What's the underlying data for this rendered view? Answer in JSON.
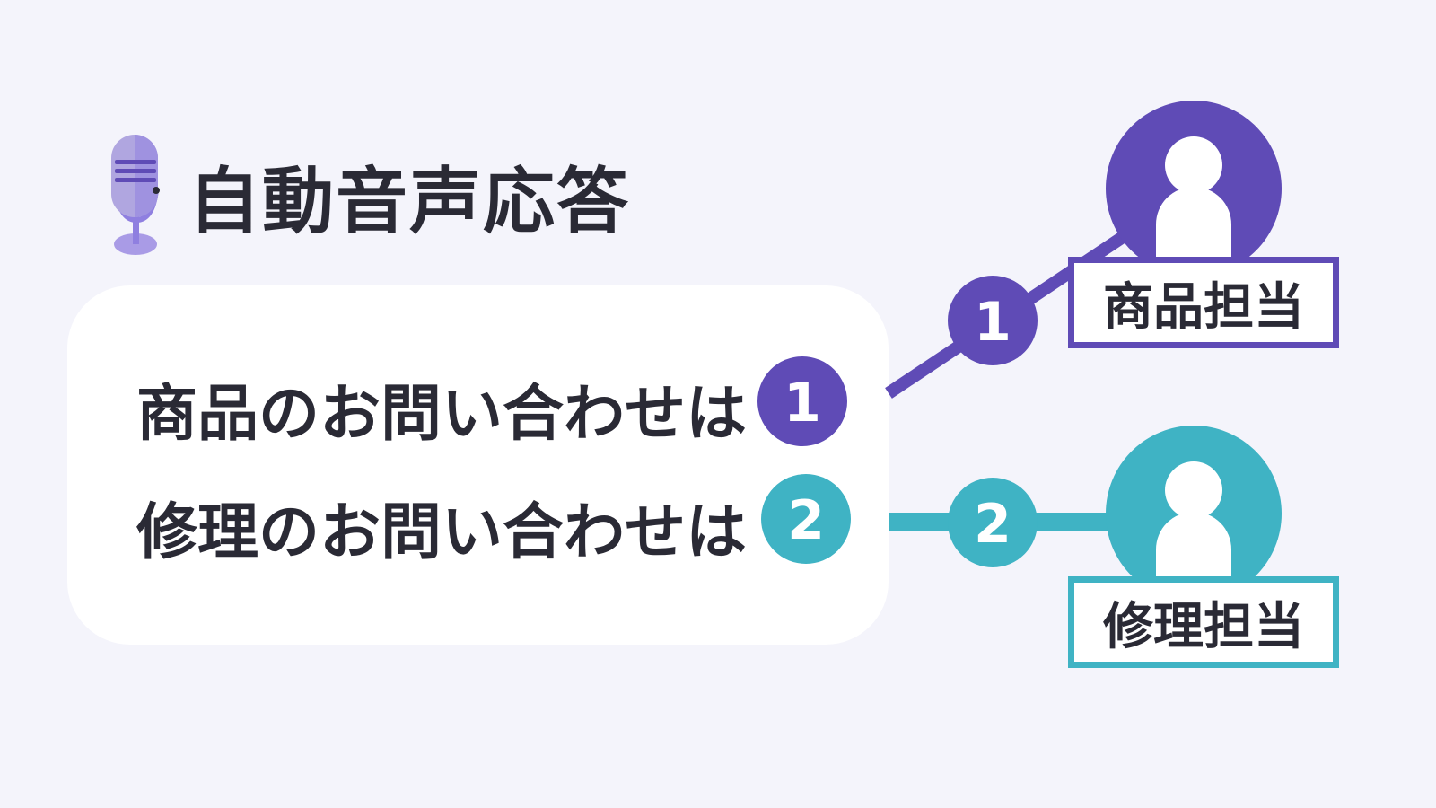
{
  "title": "自動音声応答",
  "menu": [
    {
      "text": "商品のお問い合わせは",
      "number": "1",
      "color": "#5f4bb6"
    },
    {
      "text": "修理のお問い合わせは",
      "number": "2",
      "color": "#3fb3c4"
    }
  ],
  "targets": [
    {
      "label": "商品担当",
      "number": "1",
      "color": "#5f4bb6"
    },
    {
      "label": "修理担当",
      "number": "2",
      "color": "#3fb3c4"
    }
  ],
  "icons": {
    "title": "microphone-icon",
    "target": "person-icon"
  }
}
